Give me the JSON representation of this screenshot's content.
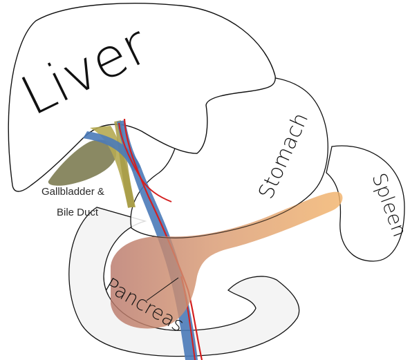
{
  "labels": {
    "liver": "Liver",
    "stomach": "Stomach",
    "spleen": "Spleen",
    "pancreas": "Pancreas",
    "gallbladder_line1": "Gallbladder &",
    "gallbladder_line2": "Bile Duct"
  },
  "colors": {
    "outline": "#111111",
    "gallbladder": "#8a8a55",
    "bile_duct": "#b3a84a",
    "portal_vein": "#4a7ab8",
    "artery": "#d62020",
    "pancreas_head": "#c8806a",
    "pancreas_tail": "#f0b070",
    "intestine_fill": "#f2f2f2"
  }
}
